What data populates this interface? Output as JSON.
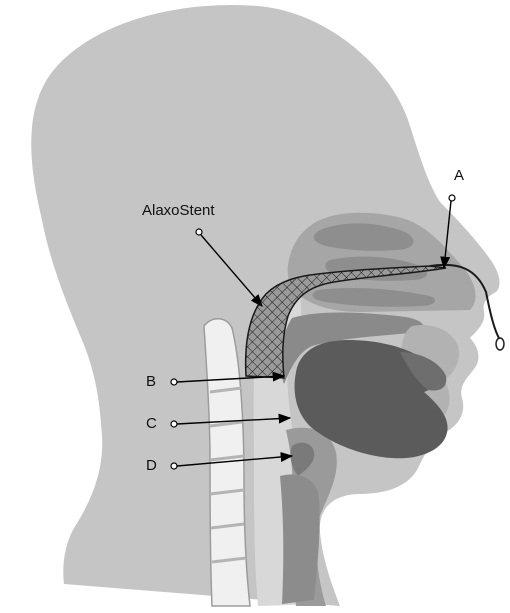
{
  "labels": {
    "a": "A",
    "alaxostent": "AlaxoStent",
    "b": "B",
    "c": "C",
    "d": "D"
  },
  "colors": {
    "head": "#c5c5c5",
    "tissue_mid": "#a8a8a8",
    "tissue_dark": "#7c7c7c",
    "tongue": "#5b5b5b",
    "airway": "#d8d8d8",
    "spine": "#f2f2f2",
    "stent_line": "#1a1a1a"
  }
}
